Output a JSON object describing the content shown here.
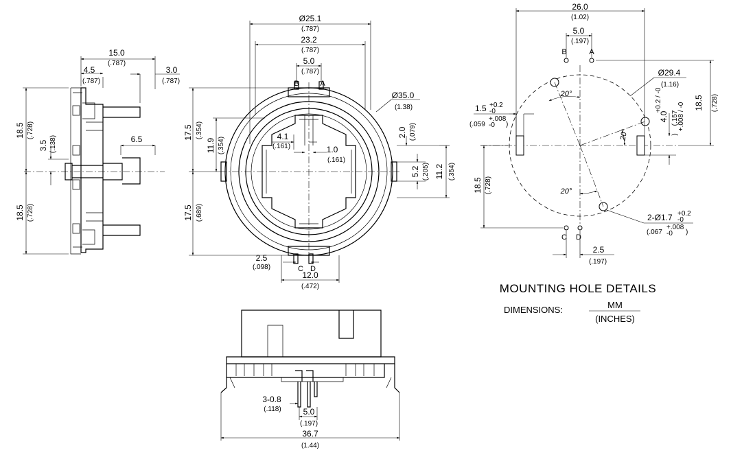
{
  "left_view": {
    "dim_width": {
      "mm": "15.0",
      "in": "(.787)"
    },
    "dim_left": {
      "mm": "4.5",
      "in": "(.787)"
    },
    "dim_right": {
      "mm": "3.0",
      "in": "(.787)"
    },
    "dim_upper": {
      "mm": "18.5",
      "in": "(.728)"
    },
    "dim_lower": {
      "mm": "18.5",
      "in": "(.728)"
    },
    "dim_pin_offset": {
      "mm": "3.5",
      "in": "(.138)"
    },
    "dim_shaft": {
      "mm": "6.5"
    }
  },
  "front_view": {
    "dim_dia": {
      "mm": "Ø25.1",
      "in": "(.787)"
    },
    "dim_inner": {
      "mm": "23.2",
      "in": "(.787)"
    },
    "dim_ab": {
      "mm": "5.0",
      "in": "(.787)"
    },
    "pin_b": "B",
    "pin_a": "A",
    "dim_outer": {
      "mm": "Ø35.0",
      "in": "(1.38)"
    },
    "dim_top": {
      "mm": "17.5",
      "in": "(.354)"
    },
    "dim_bottom": {
      "mm": "17.5",
      "in": "(.689)"
    },
    "dim_119": {
      "mm": "11.9",
      "in": "(.354)"
    },
    "dim_41": {
      "mm": "4.1",
      "in": "(.161)"
    },
    "dim_10": {
      "mm": "1.0",
      "in": "(.161)"
    },
    "dim_20": {
      "mm": "2.0",
      "in": "(.079)"
    },
    "dim_52": {
      "mm": "5.2",
      "in": "(.205)"
    },
    "dim_112": {
      "mm": "11.2",
      "in": "(.354)"
    },
    "dim_25": {
      "mm": "2.5",
      "in": "(.098)"
    },
    "pin_c": "C",
    "pin_d": "D",
    "dim_120": {
      "mm": "12.0",
      "in": "(.472)"
    }
  },
  "bottom_view": {
    "dim_pins": {
      "mm": "3-0.8",
      "in": "(.118)"
    },
    "dim_pitch": {
      "mm": "5.0",
      "in": "(.197)"
    },
    "dim_total": {
      "mm": "36.7",
      "in": "(1.44)"
    }
  },
  "mounting": {
    "dim_width": {
      "mm": "26.0",
      "in": "(1.02)"
    },
    "dim_ab": {
      "mm": "5.0",
      "in": "(.197)"
    },
    "pin_b": "B",
    "pin_a": "A",
    "dim_circle": {
      "mm": "Ø29.4",
      "in": "(1.16)"
    },
    "dim_right": {
      "mm": "18.5",
      "in": "(.728)"
    },
    "dim_slot": {
      "mm": "4.0",
      "tol_mm": "+0.2 / -0",
      "in": "(.157",
      "tol_in": "+.008 / -0",
      "close": ")"
    },
    "dim_slot_w": {
      "mm": "1.5",
      "tol_mm_up": "+0.2",
      "tol_mm_dn": "-0",
      "in": "(.059",
      "tol_in_up": "+.008",
      "tol_in_dn": "-0",
      "close": ")"
    },
    "angle_top": "20°",
    "angle_mid": "20°",
    "angle_bottom": "20°",
    "dim_left": {
      "mm": "18.5",
      "in": "(.728)"
    },
    "dim_hole": {
      "mm": "2-Ø1.7",
      "tol_mm_up": "+0.2",
      "tol_mm_dn": "-0",
      "in": "(.067",
      "tol_in_up": "+.008",
      "tol_in_dn": "-0",
      "close": ")"
    },
    "pin_c": "C",
    "pin_d": "D",
    "dim_cd": {
      "mm": "2.5",
      "in": "(.197)"
    }
  },
  "legend": {
    "title": "MOUNTING HOLE DETAILS",
    "label": "DIMENSIONS:",
    "numerator": "MM",
    "denominator": "(INCHES)"
  }
}
